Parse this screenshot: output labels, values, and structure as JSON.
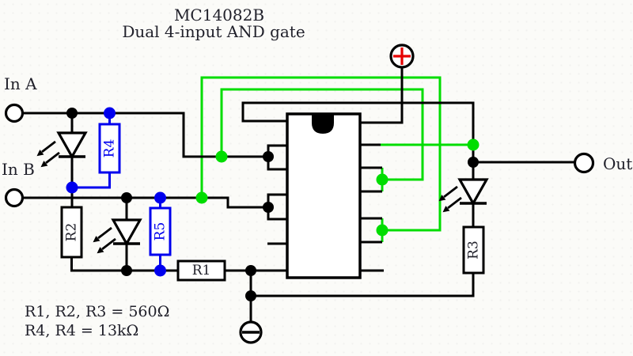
{
  "diagram": {
    "title": "MC14082B",
    "subtitle": "Dual 4-input AND gate",
    "terminals": {
      "in_a": "In A",
      "in_b": "In B",
      "out": "Out"
    },
    "resistors": {
      "r1": "R1",
      "r2": "R2",
      "r3": "R3",
      "r4": "R4",
      "r5": "R5"
    },
    "notes": [
      "R1, R2, R3 = 560Ω",
      "R4, R4 = 13kΩ"
    ],
    "colors": {
      "wire": "#000000",
      "green": "#00dd00",
      "blue": "#0000ee",
      "red": "#e60000",
      "text": "#21212b",
      "bg": "#fbfbf8",
      "compfill": "#ffffff"
    }
  }
}
